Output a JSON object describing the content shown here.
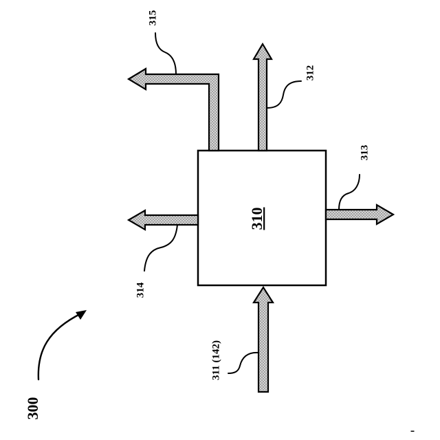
{
  "figure": {
    "number": "300",
    "mark": "▬"
  },
  "box": {
    "label": "310"
  },
  "streams": [
    {
      "id": "311",
      "label": "311 (142)",
      "direction": "in"
    },
    {
      "id": "312",
      "label": "312",
      "direction": "out"
    },
    {
      "id": "313",
      "label": "313",
      "direction": "out"
    },
    {
      "id": "314",
      "label": "314",
      "direction": "out"
    },
    {
      "id": "315",
      "label": "315",
      "direction": "out"
    }
  ],
  "colors": {
    "line": "#000000",
    "fill": "#c8c8c8",
    "background": "#ffffff"
  }
}
